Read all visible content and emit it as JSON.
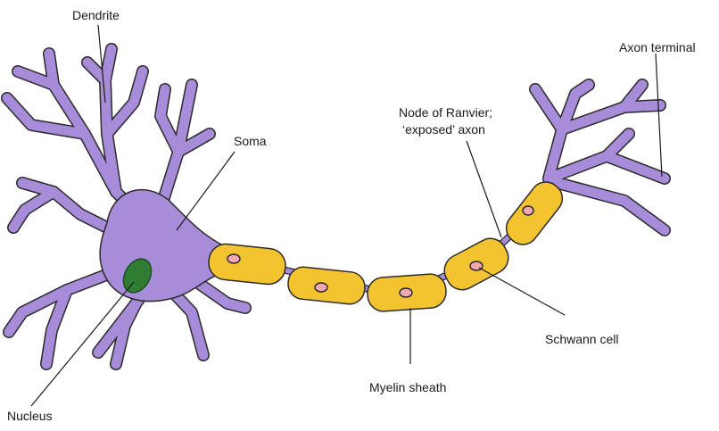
{
  "labels": {
    "dendrite": "Dendrite",
    "soma": "Soma",
    "nucleus": "Nucleus",
    "node_line1": "Node of Ranvier;",
    "node_line2": "‘exposed’ axon",
    "axon_terminal": "Axon terminal",
    "schwann_cell": "Schwann cell",
    "myelin_sheath": "Myelin sheath"
  },
  "colors": {
    "neuron_body": "#a68cd9",
    "outline": "#2b2b2b",
    "nucleus": "#2e7d32",
    "myelin": "#f4c430",
    "schwann_nucleus": "#f2a7b4",
    "leader_line": "#1a1a1a"
  }
}
